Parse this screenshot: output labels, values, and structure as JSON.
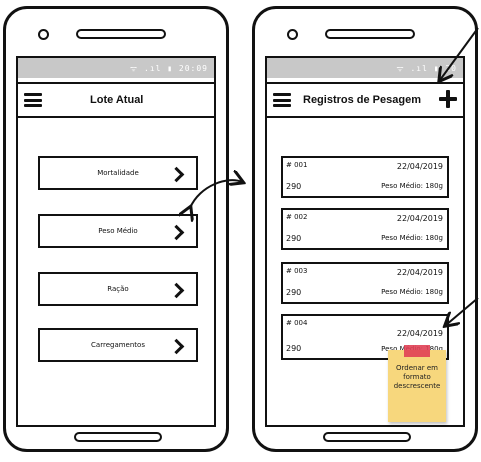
{
  "left_phone": {
    "status_text": "ᯤ .ıl ▮ 20:09",
    "title": "Lote Atual",
    "menu": [
      "Mortalidade",
      "Peso Médio",
      "Ração",
      "Carregamentos"
    ]
  },
  "right_phone": {
    "status_text": "ᯤ .ıl ▮ 20",
    "title": "Registros de Pesagem",
    "records": [
      {
        "id": "# 001",
        "date": "22/04/2019",
        "count": "290",
        "avg": "Peso Médio: 180g"
      },
      {
        "id": "# 002",
        "date": "22/04/2019",
        "count": "290",
        "avg": "Peso Médio: 180g"
      },
      {
        "id": "# 003",
        "date": "22/04/2019",
        "count": "290",
        "avg": "Peso Médio: 180g"
      },
      {
        "id": "# 004",
        "date": "22/04/2019",
        "count": "290",
        "avg": "Peso Médio: 180g"
      }
    ]
  },
  "note": {
    "text": "Ordenar em formato descrescente",
    "color": "#f7d77d",
    "tape_color": "#e04055"
  }
}
